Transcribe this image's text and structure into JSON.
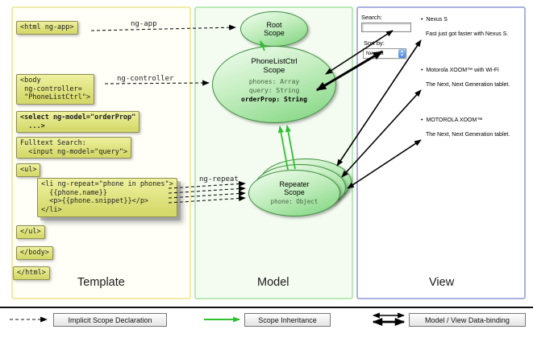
{
  "columns": {
    "template": "Template",
    "model": "Model",
    "view": "View"
  },
  "template_code": {
    "html_open": "<html ng-app>",
    "body_open": "<body\n ng-controller=\n \"PhoneListCtrl\">",
    "select": "<select ng-model=\"orderProp\"\n  ...>",
    "fulltext": "Fulltext Search:\n  <input ng-model=\"query\">",
    "ul_open": "<ul>",
    "li_repeat": "<li ng-repeat=\"phone in phones\">\n  {{phone.name}}\n  <p>{{phone.snippet}}</p>\n</li>",
    "ul_close": "</ul>",
    "body_close": "</body>",
    "html_close": "</html>"
  },
  "annotations": {
    "ng_app": "ng-app",
    "ng_controller": "ng-controller",
    "ng_repeat": "ng-repeat"
  },
  "model_scopes": {
    "root": {
      "title": "Root\nScope"
    },
    "phone_list_ctrl": {
      "title": "PhoneListCtrl\nScope",
      "props": "phones: Array\nquery: String",
      "bold_prop": "orderProp: String"
    },
    "repeater": {
      "title": "Repeater\nScope",
      "props": "phone: Object"
    }
  },
  "view_panel": {
    "search_label": "Search:",
    "sort_label": "Sort by:",
    "sort_value": "Newest",
    "items": [
      {
        "name": "Nexus S",
        "desc": "Fast just got faster with Nexus S."
      },
      {
        "name": "Motorola XOOM™ with Wi-Fi",
        "desc": "The Next, Next Generation tablet."
      },
      {
        "name": "MOTOROLA XOOM™",
        "desc": "The Next, Next Generation tablet."
      }
    ]
  },
  "legend": {
    "implicit": "Implicit Scope Declaration",
    "inheritance": "Scope Inheritance",
    "binding": "Model / View Data-binding"
  },
  "colors": {
    "inheritance-green": "#2fbf2f",
    "code-box-yellow": "#d6da6c",
    "scope-green": "#7ed47e",
    "template-border": "#eeeca6",
    "model-border": "#b9e9b4",
    "view-border": "#aab0e0"
  }
}
